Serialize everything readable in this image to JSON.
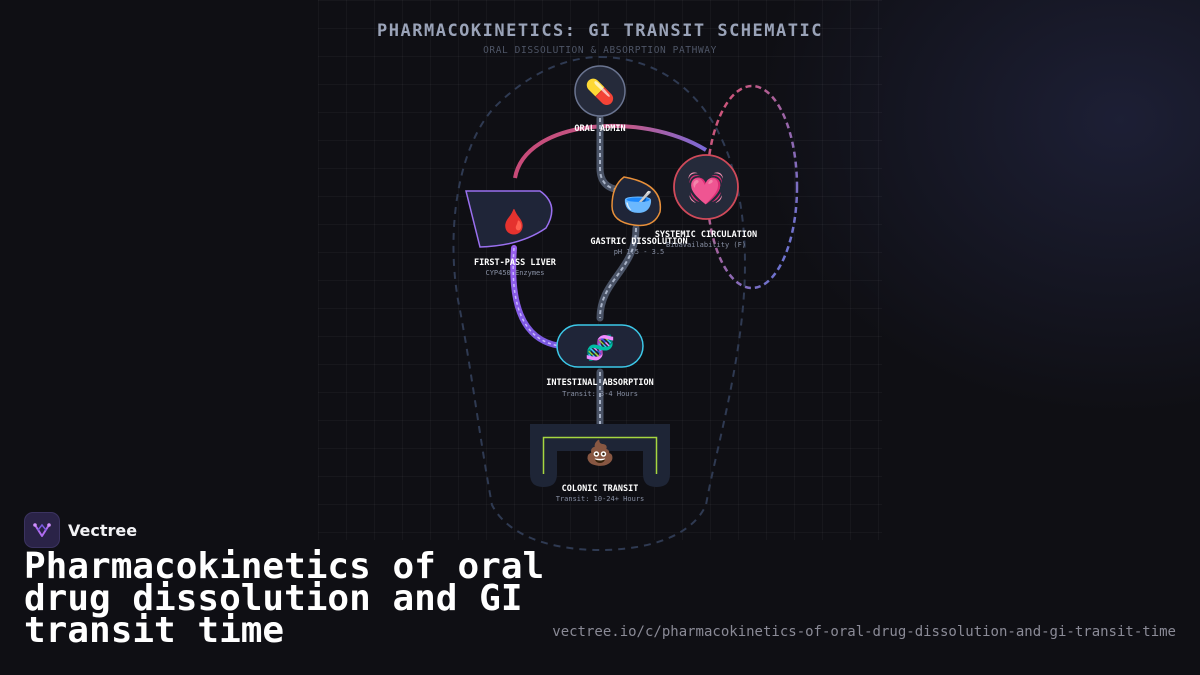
{
  "diagram": {
    "title": "PHARMACOKINETICS: GI TRANSIT SCHEMATIC",
    "subtitle": "ORAL DISSOLUTION & ABSORPTION PATHWAY",
    "nodes": {
      "oral": {
        "label": "ORAL ADMIN",
        "emoji": "💊",
        "icon": "pill-icon"
      },
      "gastric": {
        "label": "GASTRIC DISSOLUTION",
        "sub": "pH 1.5 - 3.5",
        "emoji": "🥣",
        "icon": "bowl-icon"
      },
      "liver": {
        "label": "FIRST-PASS LIVER",
        "sub": "CYP450 Enzymes",
        "emoji": "🩸",
        "icon": "blood-drop-icon"
      },
      "systemic": {
        "label": "SYSTEMIC CIRCULATION",
        "sub": "Bioavailability (F)",
        "emoji": "💓",
        "icon": "heart-icon"
      },
      "intestinal": {
        "label": "INTESTINAL ABSORPTION",
        "sub": "Transit: 3-4 Hours",
        "emoji": "🧬",
        "icon": "dna-icon"
      },
      "colonic": {
        "label": "COLONIC TRANSIT",
        "sub": "Transit: 10-24+ Hours",
        "emoji": "💩",
        "icon": "stool-icon"
      }
    },
    "colors": {
      "pathway": "#4a5366",
      "liver_stroke": "#8b6cf0",
      "gastric_stroke": "#e8903a",
      "systemic_stroke": "#d04a5a",
      "intestinal_stroke": "#3cc8e8",
      "colon_inner": "#a6d640",
      "circulation_gradient": [
        "#e0506a",
        "#5a78e0"
      ]
    }
  },
  "brand": {
    "name": "Vectree",
    "icon": "vectree-logo-icon"
  },
  "page": {
    "title": "Pharmacokinetics of oral drug dissolution and GI transit time",
    "url": "vectree.io/c/pharmacokinetics-of-oral-drug-dissolution-and-gi-transit-time"
  }
}
